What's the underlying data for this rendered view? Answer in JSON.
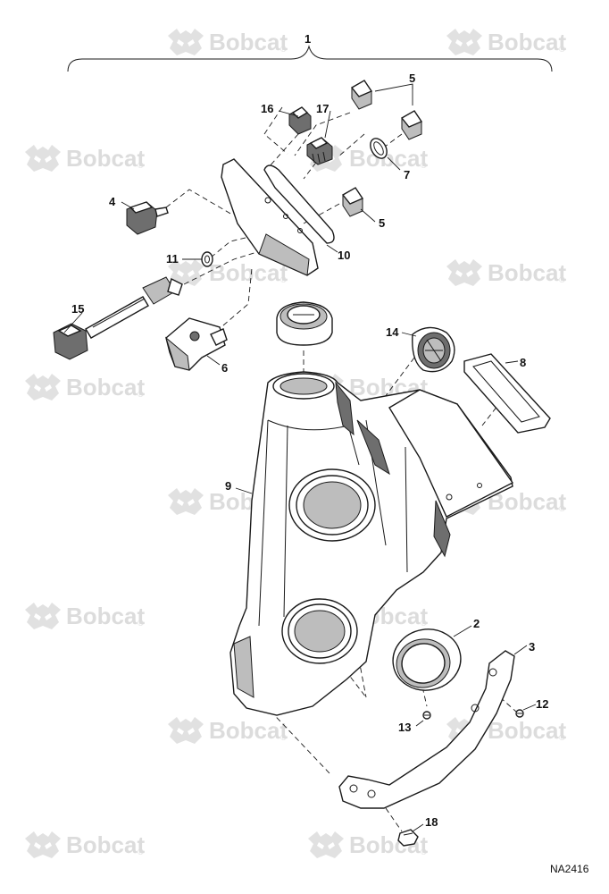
{
  "diagram": {
    "figure_id": "NA2416",
    "watermark": {
      "brand": "Bobcat",
      "mark": "®"
    },
    "callouts": [
      {
        "id": "c1",
        "number": "1"
      },
      {
        "id": "c2",
        "number": "2"
      },
      {
        "id": "c3",
        "number": "3"
      },
      {
        "id": "c4",
        "number": "4"
      },
      {
        "id": "c5a",
        "number": "5"
      },
      {
        "id": "c5b",
        "number": "5"
      },
      {
        "id": "c6",
        "number": "6"
      },
      {
        "id": "c7",
        "number": "7"
      },
      {
        "id": "c8",
        "number": "8"
      },
      {
        "id": "c9",
        "number": "9"
      },
      {
        "id": "c10",
        "number": "10"
      },
      {
        "id": "c11",
        "number": "11"
      },
      {
        "id": "c12",
        "number": "12"
      },
      {
        "id": "c13",
        "number": "13"
      },
      {
        "id": "c14",
        "number": "14"
      },
      {
        "id": "c15",
        "number": "15"
      },
      {
        "id": "c16",
        "number": "16"
      },
      {
        "id": "c17",
        "number": "17"
      },
      {
        "id": "c18",
        "number": "18"
      }
    ]
  }
}
